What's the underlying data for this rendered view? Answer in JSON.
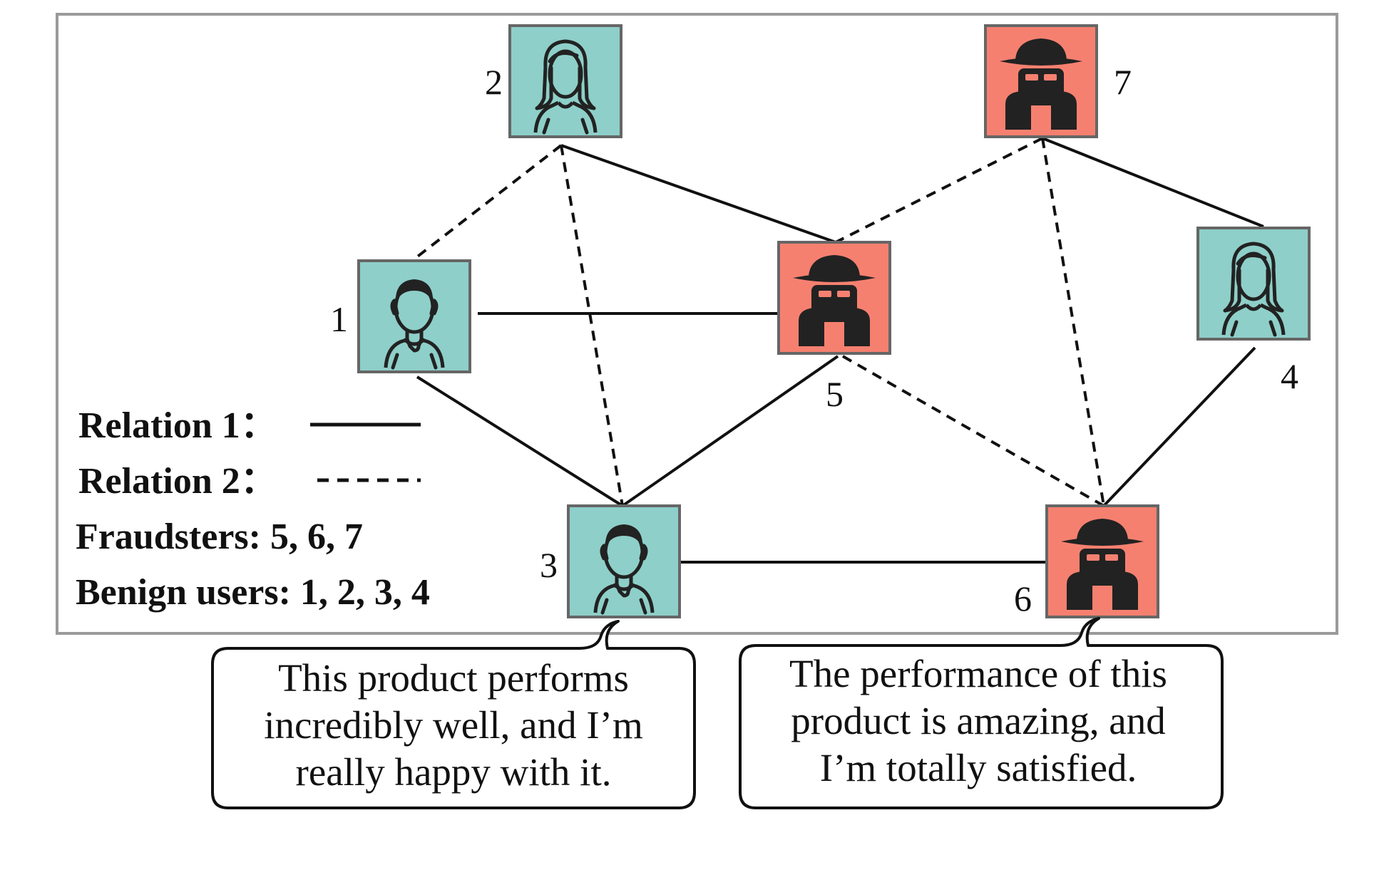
{
  "diagram": {
    "nodes": [
      {
        "id": "1",
        "label": "1",
        "role": "benign",
        "avatar": "male-user-icon"
      },
      {
        "id": "2",
        "label": "2",
        "role": "benign",
        "avatar": "female-user-icon"
      },
      {
        "id": "3",
        "label": "3",
        "role": "benign",
        "avatar": "male-user-icon"
      },
      {
        "id": "4",
        "label": "4",
        "role": "benign",
        "avatar": "female-user-icon"
      },
      {
        "id": "5",
        "label": "5",
        "role": "fraudster",
        "avatar": "spy-icon"
      },
      {
        "id": "6",
        "label": "6",
        "role": "fraudster",
        "avatar": "spy-icon"
      },
      {
        "id": "7",
        "label": "7",
        "role": "fraudster",
        "avatar": "spy-icon"
      }
    ],
    "edges": [
      {
        "from": "2",
        "to": "5",
        "relation": "Relation 1"
      },
      {
        "from": "7",
        "to": "4",
        "relation": "Relation 1"
      },
      {
        "from": "1",
        "to": "5",
        "relation": "Relation 1"
      },
      {
        "from": "1",
        "to": "3",
        "relation": "Relation 1"
      },
      {
        "from": "5",
        "to": "3",
        "relation": "Relation 1"
      },
      {
        "from": "3",
        "to": "6",
        "relation": "Relation 1"
      },
      {
        "from": "4",
        "to": "6",
        "relation": "Relation 1"
      },
      {
        "from": "2",
        "to": "1",
        "relation": "Relation 2"
      },
      {
        "from": "2",
        "to": "3",
        "relation": "Relation 2"
      },
      {
        "from": "7",
        "to": "5",
        "relation": "Relation 2"
      },
      {
        "from": "7",
        "to": "6",
        "relation": "Relation 2"
      },
      {
        "from": "5",
        "to": "6",
        "relation": "Relation 2"
      }
    ],
    "legend": {
      "relation1": "Relation 1：",
      "relation2": "Relation 2：",
      "fraudsters": "Fraudsters: 5, 6, 7",
      "benign": "Benign users: 1, 2, 3, 4"
    },
    "reviews": [
      {
        "node": "3",
        "lines": [
          "This product performs",
          "incredibly well, and I’m",
          "really happy with it."
        ]
      },
      {
        "node": "6",
        "lines": [
          "The performance of this",
          "product is amazing, and",
          "I’m totally satisfied."
        ]
      }
    ],
    "colors": {
      "benign": "#8ecfc9",
      "fraudster": "#f68070",
      "border": "#666666",
      "icon": "#222222",
      "frame": "#9a9a9a"
    }
  }
}
